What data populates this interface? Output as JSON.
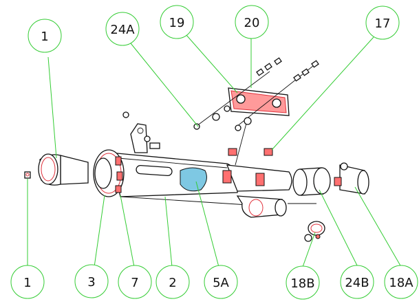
{
  "colors": {
    "callout_stroke": "#33cc33",
    "outline": "#111111",
    "highlight_red": "#e0303a",
    "highlight_fill": "#ff7070",
    "label_patch": "#7ec8e3"
  },
  "callouts": [
    {
      "id": "c1a",
      "label": "1"
    },
    {
      "id": "c24a",
      "label": "24A"
    },
    {
      "id": "c19",
      "label": "19"
    },
    {
      "id": "c20",
      "label": "20"
    },
    {
      "id": "c17",
      "label": "17"
    },
    {
      "id": "c1b",
      "label": "1"
    },
    {
      "id": "c3",
      "label": "3"
    },
    {
      "id": "c7",
      "label": "7"
    },
    {
      "id": "c2",
      "label": "2"
    },
    {
      "id": "c5a",
      "label": "5A"
    },
    {
      "id": "c18b",
      "label": "18B"
    },
    {
      "id": "c24b",
      "label": "24B"
    },
    {
      "id": "c18a",
      "label": "18A"
    }
  ]
}
